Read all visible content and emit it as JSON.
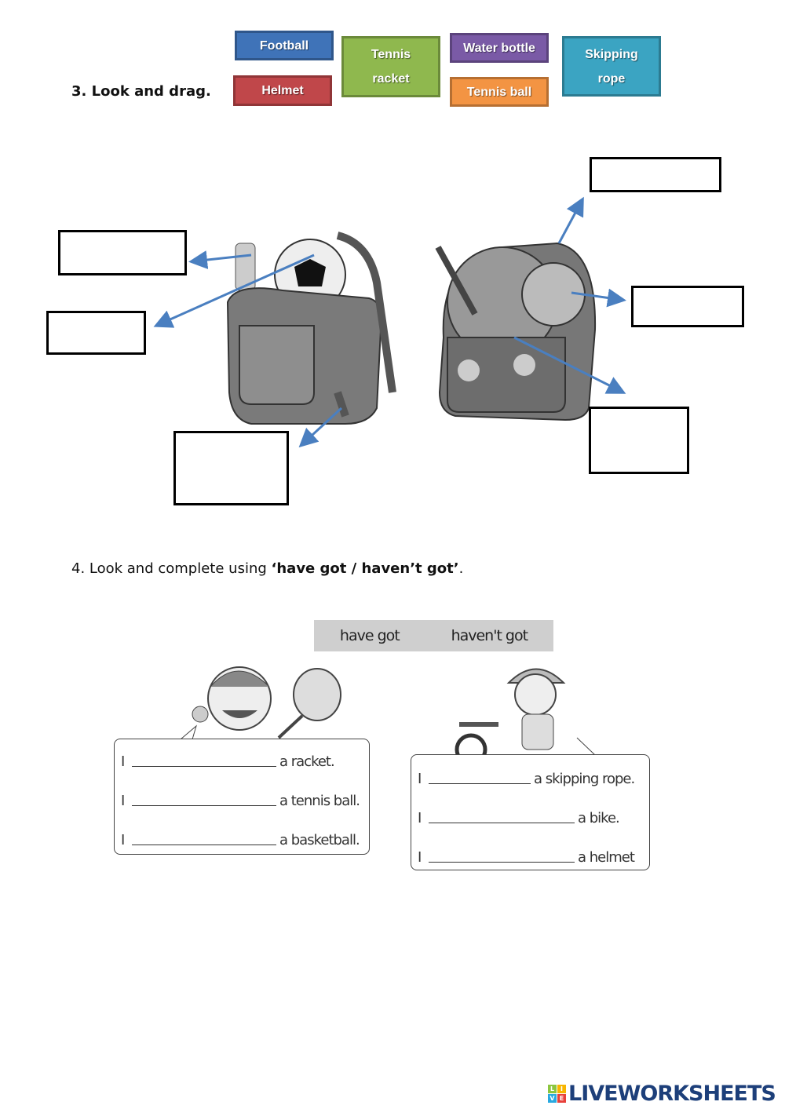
{
  "exercise3": {
    "title": "3.  Look and drag.",
    "tiles": [
      {
        "label": "Football",
        "color": "#3f73b8"
      },
      {
        "label": "Helmet",
        "color": "#c0474a"
      },
      {
        "label": "Tennis racket",
        "color": "#8fb84e"
      },
      {
        "label": "Water bottle",
        "color": "#7a5aa6"
      },
      {
        "label": "Tennis ball",
        "color": "#f39443"
      },
      {
        "label": "Skipping rope",
        "color": "#3ba4c2"
      }
    ]
  },
  "exercise4": {
    "title_prefix": "4.  Look and complete using ",
    "title_bold": "‘have got / haven’t got’",
    "title_suffix": ".",
    "word_bank": [
      "have got",
      "haven't got"
    ],
    "boy": {
      "pronoun": "I",
      "endings": [
        "a racket.",
        "a tennis ball.",
        "a basketball."
      ]
    },
    "girl": {
      "pronoun": "I",
      "endings": [
        "a skipping rope.",
        "a bike.",
        "a helmet"
      ]
    }
  },
  "footer": {
    "logo_text": "LIVEWORKSHEETS",
    "logo_badge": [
      "L",
      "I",
      "V",
      "E"
    ]
  }
}
